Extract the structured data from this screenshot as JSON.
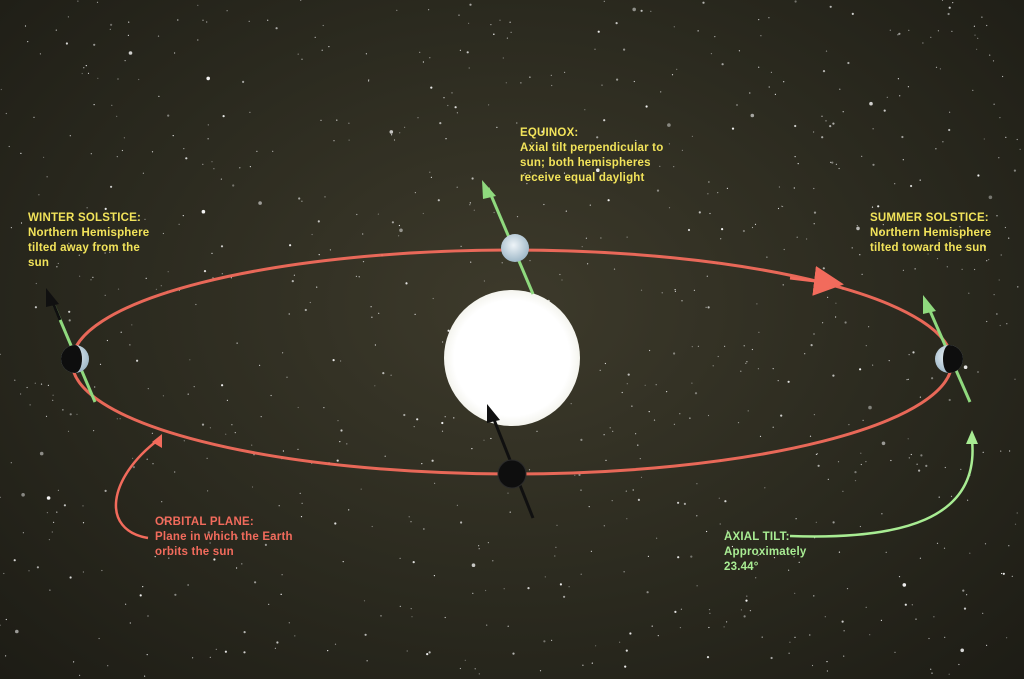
{
  "colors": {
    "orbit": "#f26b5c",
    "axis_green": "#8fd97e",
    "axis_black": "#101010",
    "label_yellow": "#f2e35a",
    "label_orbit": "#f26b5c",
    "label_tilt": "#a8ec93",
    "sun": "#ffffff"
  },
  "labels": {
    "equinox": {
      "title": "EQUINOX:",
      "lines": [
        "Axial tilt perpendicular to",
        "sun; both hemispheres",
        "receive equal daylight"
      ]
    },
    "winter_solstice": {
      "title": "WINTER SOLSTICE:",
      "lines": [
        "Northern Hemisphere",
        "tilted away from the",
        "sun"
      ]
    },
    "summer_solstice": {
      "title": "SUMMER SOLSTICE:",
      "lines": [
        "Northern Hemisphere",
        "tilted toward the sun"
      ]
    },
    "orbital_plane": {
      "title": "ORBITAL PLANE:",
      "lines": [
        "Plane in which the Earth",
        "orbits the sun"
      ]
    },
    "axial_tilt": {
      "title": "AXIAL TILT:",
      "lines": [
        "Approximately",
        "23.44°"
      ]
    }
  }
}
